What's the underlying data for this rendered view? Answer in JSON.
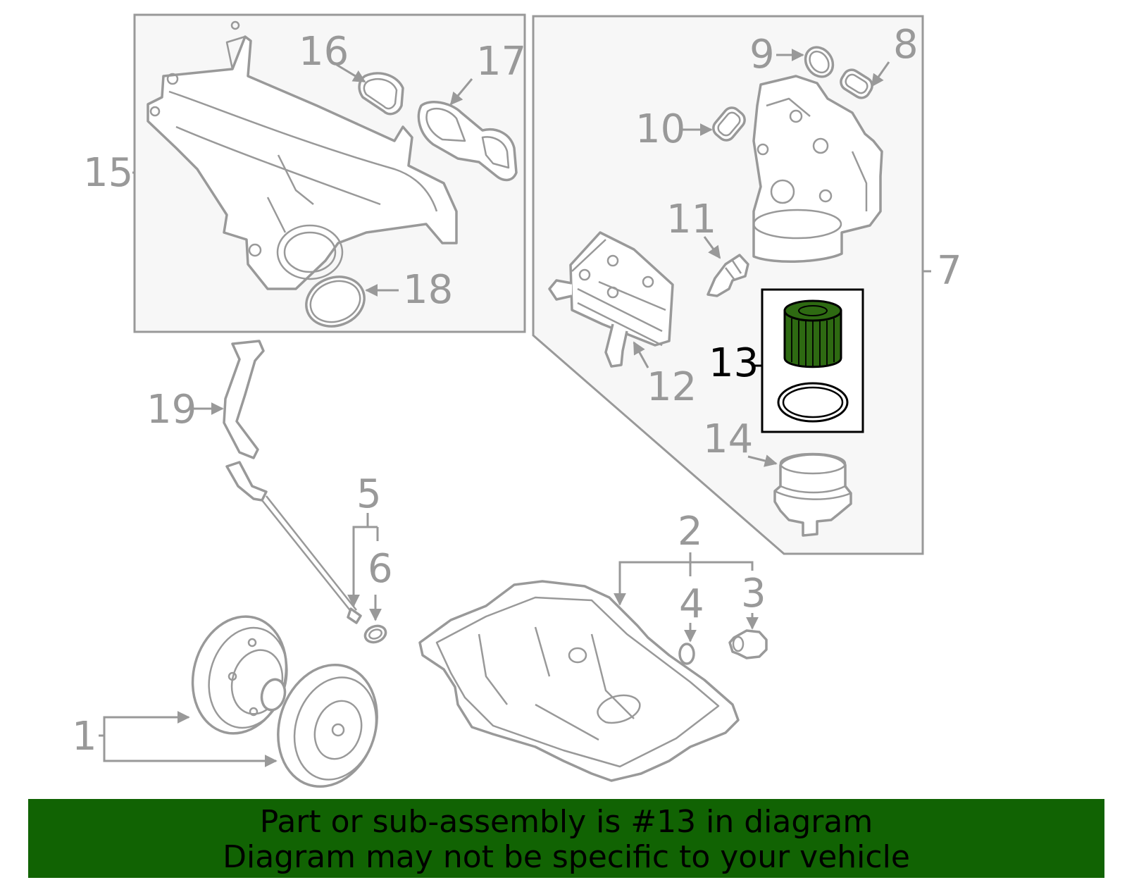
{
  "colors": {
    "highlight_fill": "#2e6a12",
    "banner_bg": "#116303",
    "line_gray": "#999999",
    "box_fill": "#f7f7f7"
  },
  "callouts": {
    "c1": "1",
    "c2": "2",
    "c3": "3",
    "c4": "4",
    "c5": "5",
    "c6": "6",
    "c7": "7",
    "c8": "8",
    "c9": "9",
    "c10": "10",
    "c11": "11",
    "c12": "12",
    "c13": "13",
    "c14": "14",
    "c15": "15",
    "c16": "16",
    "c17": "17",
    "c18": "18",
    "c19": "19"
  },
  "highlighted_part": "13",
  "banner": {
    "line1": "Part or sub-assembly is #13 in diagram",
    "line2": "Diagram may not be specific to your vehicle"
  }
}
